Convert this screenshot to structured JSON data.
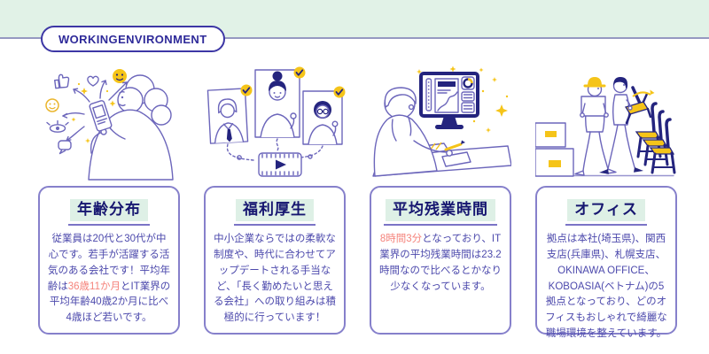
{
  "theme": {
    "band_green": "#e1f2e7",
    "divider_color": "#9599c1",
    "badge_border": "#3d37a5",
    "badge_text_color": "#2e2a99",
    "card_border": "#8680cb",
    "title_color": "#161670",
    "title_highlight": "#def0e6",
    "title_underline": "#7b74c6",
    "body_color": "#4c49ac",
    "accent_red": "#f5837b",
    "accent_yellow": "#f5c419",
    "accent_navy": "#24247e",
    "line_purple": "#6c66bb"
  },
  "header": {
    "badge_label": "WORKINGENVIRONMENT"
  },
  "cards": [
    {
      "title": "年齢分布",
      "body_pre": "従業員は20代と30代が中心です。若手が活躍する活気のある会社です！平均年齢は",
      "body_accent": "36歳11か月",
      "body_post": "とIT業界の平均年齢40歳2か月に比べ4歳ほど若いです。",
      "illustration": "woman-phone-engagement-icons"
    },
    {
      "title": "福利厚生",
      "body_pre": "中小企業ならではの柔軟な制度や、時代に合わせてアップデートされる手当など、「長く勤めたいと思える会社」への取り組みは積極的に行っています！",
      "body_accent": "",
      "body_post": "",
      "illustration": "video-call-portraits-checkmarks"
    },
    {
      "title": "平均残業時間",
      "body_pre": "",
      "body_accent": "8時間3分",
      "body_post": "となっており、IT業界の平均残業時間は23.2時間なので比べるとかなり少なくなっています。",
      "illustration": "person-working-at-monitor"
    },
    {
      "title": "オフィス",
      "body_pre": "拠点は本社(埼玉県)、関西支店(兵庫県)、札幌支店、OKINAWA OFFICE、KOBOASIA(ベトナム)の5拠点となっており、どのオフィスもおしゃれで綺麗な職場環境を整えています。",
      "body_accent": "",
      "body_post": "",
      "illustration": "movers-boxes-chairs"
    }
  ]
}
